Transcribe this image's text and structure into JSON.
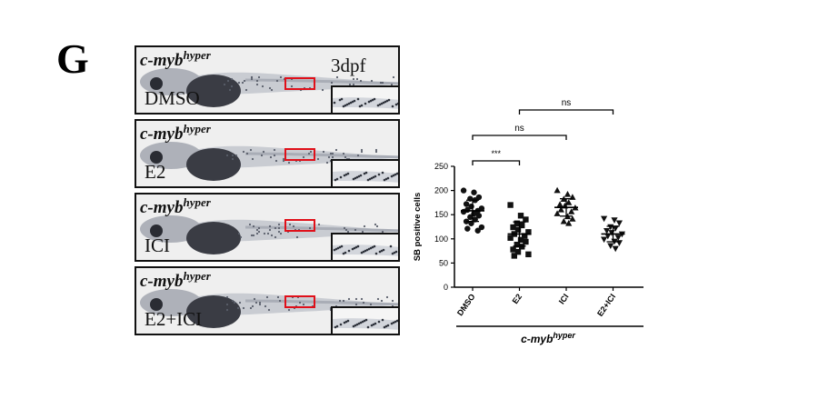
{
  "panel_letter": "G",
  "image_panels": [
    {
      "genotype": "c-myb",
      "genotype_sup": "hyper",
      "treatment": "DMSO",
      "stage": "3dpf"
    },
    {
      "genotype": "c-myb",
      "genotype_sup": "hyper",
      "treatment": "E2"
    },
    {
      "genotype": "c-myb",
      "genotype_sup": "hyper",
      "treatment": "ICI"
    },
    {
      "genotype": "c-myb",
      "genotype_sup": "hyper",
      "treatment": "E2+ICI"
    }
  ],
  "chart_data": {
    "type": "scatter",
    "ylabel": "SB positive cells",
    "xlabel_main": "c-myb",
    "xlabel_sup": "hyper",
    "ylim": [
      0,
      250
    ],
    "yticks": [
      0,
      50,
      100,
      150,
      200,
      250
    ],
    "categories": [
      "DMSO",
      "E2",
      "ICI",
      "E2+ICI"
    ],
    "series": [
      {
        "category": "DMSO",
        "marker": "circle",
        "mean": 158,
        "sd": 22,
        "values": [
          200,
          196,
          186,
          183,
          180,
          172,
          167,
          163,
          160,
          158,
          156,
          152,
          148,
          145,
          140,
          136,
          132,
          124,
          121,
          117
        ]
      },
      {
        "category": "E2",
        "marker": "square",
        "mean": 110,
        "sd": 25,
        "values": [
          170,
          148,
          140,
          132,
          128,
          124,
          119,
          114,
          110,
          106,
          102,
          98,
          94,
          88,
          84,
          78,
          73,
          68,
          65
        ]
      },
      {
        "category": "ICI",
        "marker": "triangle-up",
        "mean": 165,
        "sd": 18,
        "values": [
          200,
          192,
          186,
          182,
          175,
          171,
          168,
          164,
          160,
          156,
          152,
          146,
          141,
          136,
          132
        ]
      },
      {
        "category": "E2+ICI",
        "marker": "triangle-down",
        "mean": 110,
        "sd": 16,
        "values": [
          142,
          139,
          133,
          125,
          122,
          117,
          113,
          110,
          106,
          103,
          99,
          95,
          92,
          86,
          80
        ]
      }
    ],
    "significance": [
      {
        "from": "DMSO",
        "to": "E2",
        "label": "***"
      },
      {
        "from": "DMSO",
        "to": "ICI",
        "label": "ns"
      },
      {
        "from": "E2",
        "to": "E2+ICI",
        "label": "ns"
      }
    ]
  }
}
